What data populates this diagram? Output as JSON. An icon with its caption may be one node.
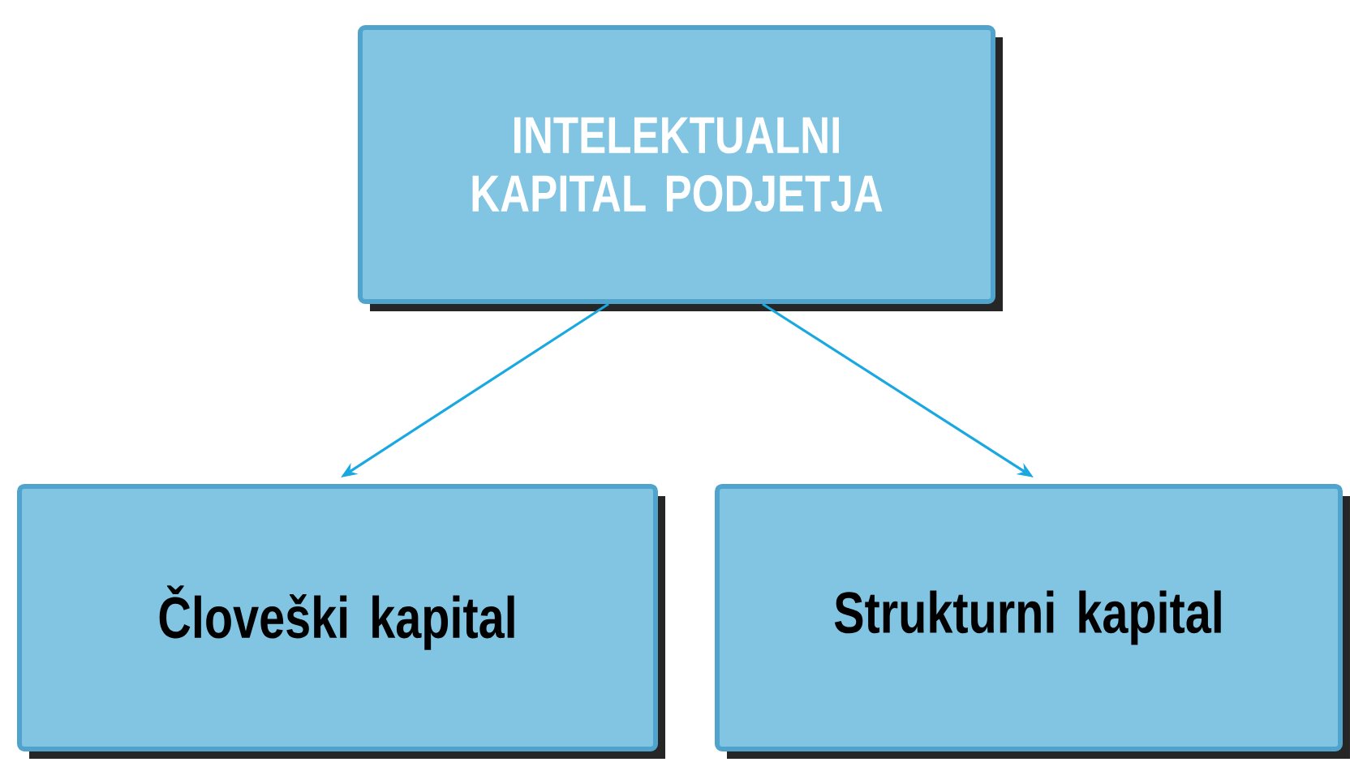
{
  "diagram": {
    "nodes": [
      {
        "text": [
          "INTELEKTUALNI KAPITAL PODJETJA"
        ]
      },
      {
        "text": [
          "Človeški kapital"
        ]
      },
      {
        "text": [
          "Strukturni kapital"
        ]
      }
    ],
    "edges": [
      {
        "from": 0,
        "to": 1,
        "arrow": "to"
      },
      {
        "from": 0,
        "to": 2,
        "arrow": "to"
      }
    ]
  }
}
